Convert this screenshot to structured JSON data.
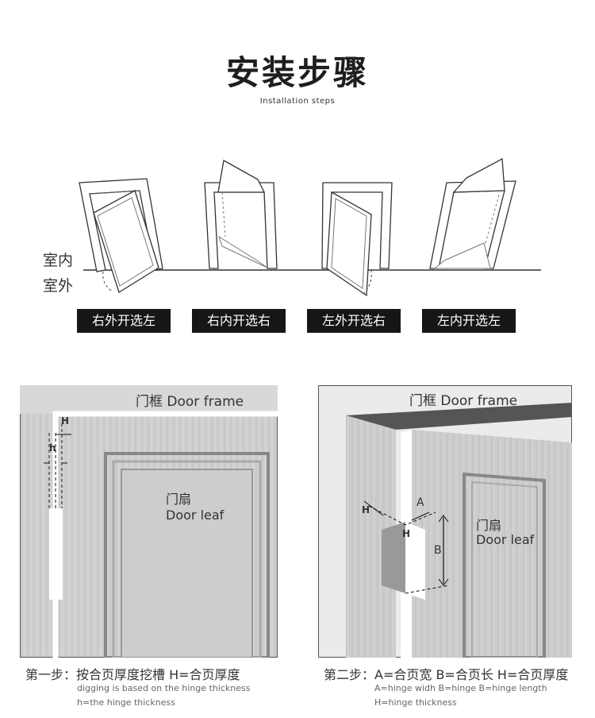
{
  "header": {
    "title": "安装步骤",
    "subtitle": "Installation steps"
  },
  "sides": {
    "indoor": "室内",
    "outdoor": "室外"
  },
  "directions": [
    "右外开选左",
    "右内开选右",
    "左外开选右",
    "左内开选左"
  ],
  "step1": {
    "frame_label": "门框 Door frame",
    "leaf_cn": "门扇",
    "leaf_en": "Door leaf",
    "dim_H": "H",
    "dim_h": "h",
    "caption": "第一步：按合页厚度挖槽 H=合页厚度",
    "note1": "digging is based on the hinge thickness",
    "note2": "h=the hinge thickness"
  },
  "step2": {
    "frame_label": "门框 Door frame",
    "leaf_cn": "门扇",
    "leaf_en": "Door leaf",
    "dim_H_top": "H",
    "dim_H_mid": "H",
    "dim_A": "A",
    "dim_B": "B",
    "caption": "第二步：A=合页宽 B=合页长 H=合页厚度",
    "note1": "A=hinge widh B=hinge B=hinge length",
    "note2": "H=hinge thickness"
  },
  "colors": {
    "tag_bg": "#161616",
    "panel_wood": "#cfcfcf"
  }
}
